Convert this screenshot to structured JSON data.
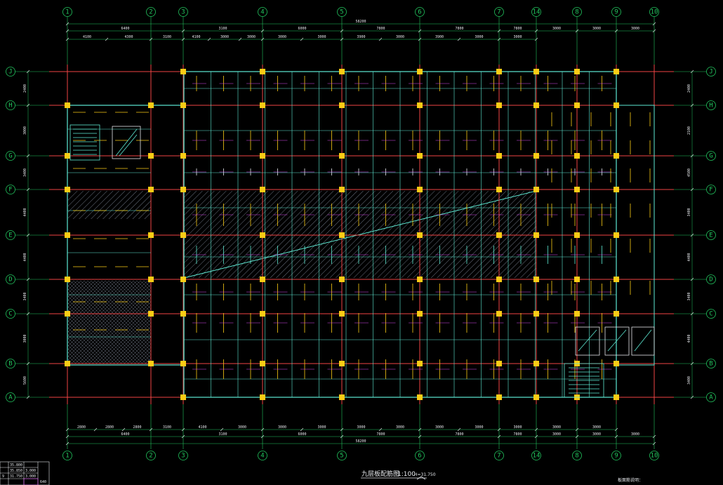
{
  "colors": {
    "background": "#000000",
    "axis": "#22c55e",
    "grid_red": "#ef4444",
    "beam_cyan": "#5eead4",
    "col_yellow": "#facc15",
    "dim": "#e5e7eb",
    "hatch": "#6b7280",
    "accent_magenta": "#d946ef"
  },
  "axes_x": {
    "labels": [
      "1",
      "2",
      "3",
      "4",
      "5",
      "6",
      "7",
      "14",
      "8",
      "9",
      "10"
    ]
  },
  "axes_y": {
    "labels": [
      "J",
      "H",
      "G",
      "F",
      "E",
      "D",
      "C",
      "B",
      "A"
    ]
  },
  "top_dims": {
    "total": "58200",
    "row2": [
      "6400",
      "3100",
      "6000",
      "7800",
      "7800",
      "7800",
      "3000",
      "3000",
      "3000"
    ],
    "row3": [
      "4100",
      "4300",
      "3100",
      "4100",
      "3000",
      "3000",
      "3000",
      "3000",
      "3900",
      "3000",
      "3900",
      "3000",
      "3000"
    ]
  },
  "bottom_dims": {
    "total": "58200",
    "row1": [
      "2800",
      "2800",
      "2800",
      "3100",
      "4100",
      "3000",
      "3000",
      "3000",
      "3000",
      "3000",
      "3000",
      "3000",
      "3000",
      "3000",
      "3000"
    ],
    "row2": [
      "6400",
      "3100",
      "6000",
      "7800",
      "7800",
      "7800",
      "3000",
      "3000",
      "3000"
    ]
  },
  "left_dims": [
    "2400",
    "3000",
    "3400",
    "4400",
    "4400",
    "3400",
    "3000",
    "5600",
    "3400"
  ],
  "right_dims": [
    "2400",
    "2100",
    "4500",
    "3400",
    "4400",
    "3400",
    "4400",
    "3400",
    "3400"
  ],
  "title": {
    "main": "九层板配筋图",
    "scale": "1:100",
    "elev": "H=31.750"
  },
  "note": "板面筋说明：",
  "table": {
    "rows": [
      [
        "",
        "35.800",
        ""
      ],
      [
        "",
        "35.850",
        "3.000"
      ],
      [
        "9",
        "31.750",
        "3.000"
      ]
    ],
    "last": "640"
  }
}
